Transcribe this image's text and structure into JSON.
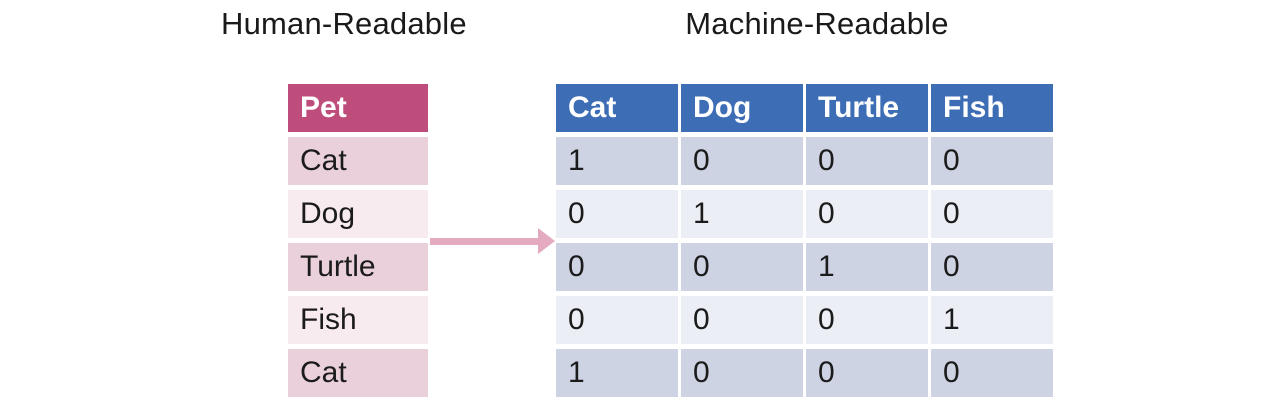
{
  "titles": {
    "left": "Human-Readable",
    "right": "Machine-Readable"
  },
  "human_table": {
    "header": "Pet",
    "rows": [
      "Cat",
      "Dog",
      "Turtle",
      "Fish",
      "Cat"
    ]
  },
  "machine_table": {
    "headers": [
      "Cat",
      "Dog",
      "Turtle",
      "Fish"
    ],
    "rows": [
      [
        "1",
        "0",
        "0",
        "0"
      ],
      [
        "0",
        "1",
        "0",
        "0"
      ],
      [
        "0",
        "0",
        "1",
        "0"
      ],
      [
        "0",
        "0",
        "0",
        "1"
      ],
      [
        "1",
        "0",
        "0",
        "0"
      ]
    ]
  },
  "icons": {
    "arrow": "right-arrow-icon"
  },
  "colors": {
    "pink_header": "#bf4d7c",
    "pink_row_odd": "#e9d0da",
    "pink_row_even": "#f8ebef",
    "blue_header": "#3d6db5",
    "blue_row_odd": "#cdd3e3",
    "blue_row_even": "#ebeef5",
    "arrow": "#e3aac0",
    "text": "#1b1b1b"
  }
}
